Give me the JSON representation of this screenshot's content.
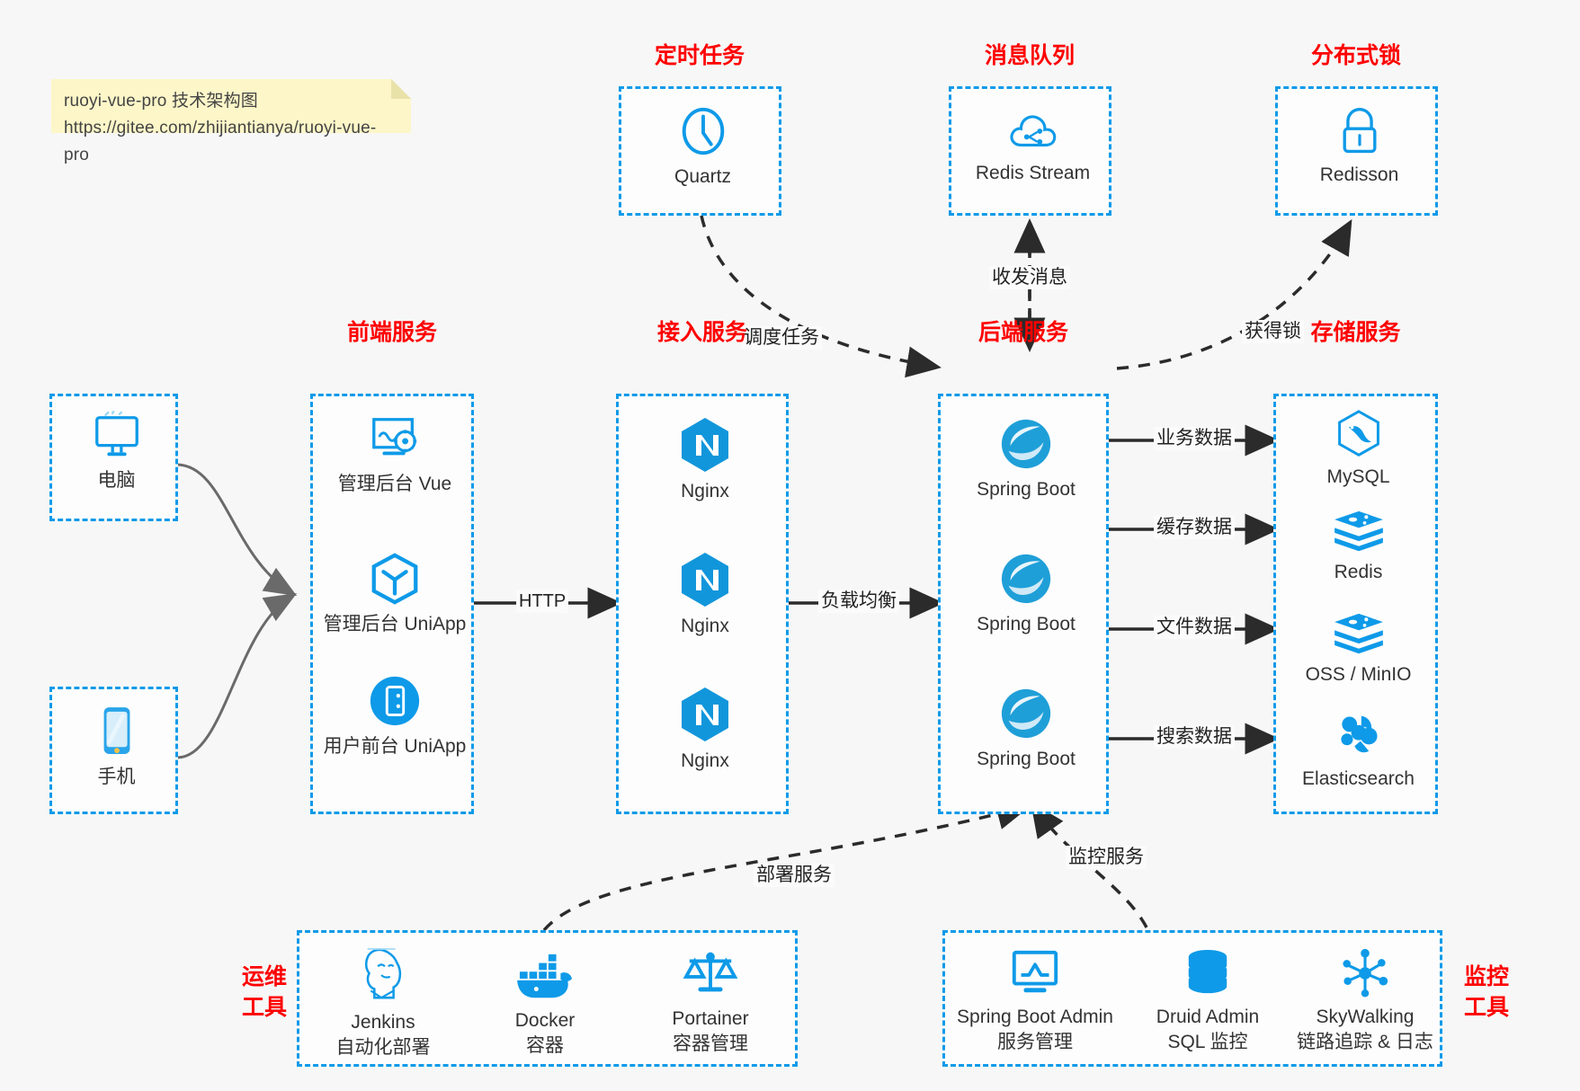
{
  "note": {
    "line1": "ruoyi-vue-pro 技术架构图",
    "line2": "https://gitee.com/zhijiantianya/ruoyi-vue-pro"
  },
  "colors": {
    "accent": "#0e9ae8",
    "group_title": "#ff0000",
    "background": "#f7f7f7",
    "note_bg": "#fcf6c8",
    "edge": "#333333"
  },
  "groups": {
    "scheduler": {
      "title": "定时任务",
      "nodes": [
        {
          "label": "Quartz",
          "icon": "clock-icon"
        }
      ]
    },
    "mq": {
      "title": "消息队列",
      "nodes": [
        {
          "label": "Redis Stream",
          "icon": "cloud-stream-icon"
        }
      ]
    },
    "lock": {
      "title": "分布式锁",
      "nodes": [
        {
          "label": "Redisson",
          "icon": "lock-icon"
        }
      ]
    },
    "clients": {
      "nodes": [
        {
          "label": "电脑",
          "icon": "desktop-icon"
        },
        {
          "label": "手机",
          "icon": "phone-icon"
        }
      ]
    },
    "frontend": {
      "title": "前端服务",
      "nodes": [
        {
          "label": "管理后台 Vue",
          "icon": "dashboard-gear-icon"
        },
        {
          "label": "管理后台 UniApp",
          "icon": "cube-icon"
        },
        {
          "label": "用户前台 UniApp",
          "icon": "mobile-circle-icon"
        }
      ]
    },
    "gateway": {
      "title": "接入服务",
      "nodes": [
        {
          "label": "Nginx",
          "icon": "nginx-icon"
        },
        {
          "label": "Nginx",
          "icon": "nginx-icon"
        },
        {
          "label": "Nginx",
          "icon": "nginx-icon"
        }
      ]
    },
    "backend": {
      "title": "后端服务",
      "nodes": [
        {
          "label": "Spring Boot",
          "icon": "spring-boot-icon"
        },
        {
          "label": "Spring Boot",
          "icon": "spring-boot-icon"
        },
        {
          "label": "Spring Boot",
          "icon": "spring-boot-icon"
        }
      ]
    },
    "storage": {
      "title": "存储服务",
      "nodes": [
        {
          "label": "MySQL",
          "icon": "mysql-icon"
        },
        {
          "label": "Redis",
          "icon": "redis-icon"
        },
        {
          "label": "OSS / MinIO",
          "icon": "oss-minio-icon"
        },
        {
          "label": "Elasticsearch",
          "icon": "elasticsearch-icon"
        }
      ]
    },
    "devops": {
      "title_line1": "运维",
      "title_line2": "工具",
      "nodes": [
        {
          "label": "Jenkins",
          "sub": "自动化部署",
          "icon": "jenkins-icon"
        },
        {
          "label": "Docker",
          "sub": "容器",
          "icon": "docker-icon"
        },
        {
          "label": "Portainer",
          "sub": "容器管理",
          "icon": "scales-icon"
        }
      ]
    },
    "monitor": {
      "title_line1": "监控",
      "title_line2": "工具",
      "nodes": [
        {
          "label": "Spring Boot Admin",
          "sub": "服务管理",
          "icon": "monitor-chart-icon"
        },
        {
          "label": "Druid Admin",
          "sub": "SQL 监控",
          "icon": "database-icon"
        },
        {
          "label": "SkyWalking",
          "sub": "链路追踪 & 日志",
          "icon": "skywalking-icon"
        }
      ]
    }
  },
  "edges": [
    {
      "id": "scheduler-backend",
      "label": "调度任务",
      "style": "dashed"
    },
    {
      "id": "mq-backend",
      "label": "收发消息",
      "style": "dashed"
    },
    {
      "id": "backend-lock",
      "label": "获得锁",
      "style": "dashed"
    },
    {
      "id": "frontend-gateway",
      "label": "HTTP",
      "style": "solid"
    },
    {
      "id": "gateway-backend",
      "label": "负载均衡",
      "style": "solid"
    },
    {
      "id": "backend-mysql",
      "label": "业务数据",
      "style": "solid"
    },
    {
      "id": "backend-redis",
      "label": "缓存数据",
      "style": "solid"
    },
    {
      "id": "backend-oss",
      "label": "文件数据",
      "style": "solid"
    },
    {
      "id": "backend-es",
      "label": "搜索数据",
      "style": "solid"
    },
    {
      "id": "devops-backend",
      "label": "部署服务",
      "style": "dashed"
    },
    {
      "id": "monitor-backend",
      "label": "监控服务",
      "style": "dashed"
    }
  ]
}
